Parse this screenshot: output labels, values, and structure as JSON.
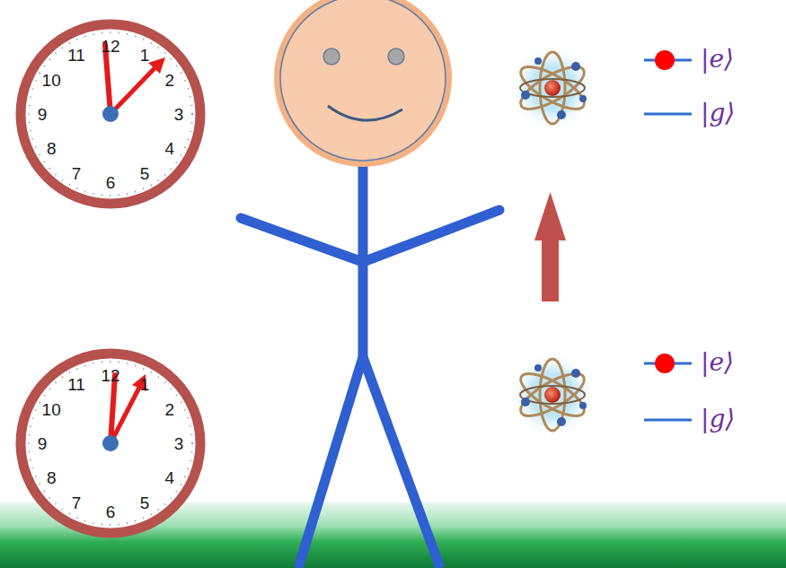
{
  "diagram": {
    "labels": [
      "12",
      "1",
      "2",
      "3",
      "4",
      "5",
      "6",
      "7",
      "8",
      "9",
      "10",
      "11",
      "12",
      "1",
      "2",
      "3",
      "4",
      "5",
      "6",
      "7",
      "8",
      "9",
      "10",
      "11",
      "|e⟩",
      "|g⟩",
      "|e⟩",
      "|g⟩"
    ]
  }
}
